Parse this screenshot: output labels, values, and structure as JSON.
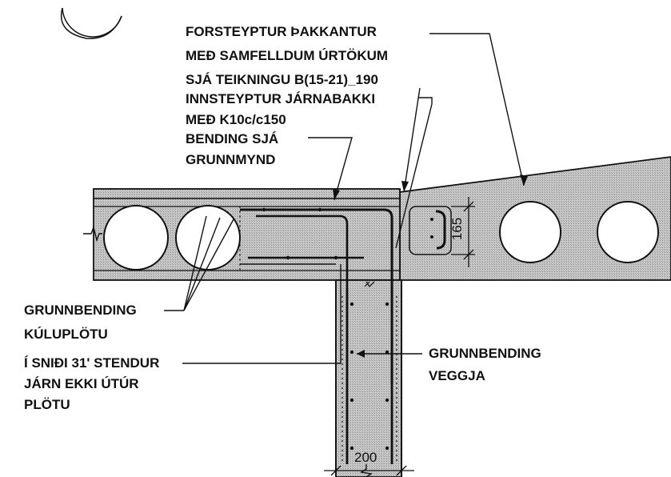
{
  "colors": {
    "line": "#111111",
    "concrete_fill": "#bdbdbd",
    "background": "#ffffff"
  },
  "labels": {
    "edge_1": "FORSTEYPTUR ÞAKKANTUR",
    "edge_2": "MEÐ SAMFELLDUM ÚRTÖKUM",
    "edge_3": "SJÁ TEIKNINGU B(15-21)_190",
    "tray_1": "INNSTEYPTUR JÁRNABAKKI",
    "tray_2": "MEÐ K10c/c150",
    "bend_1": "BENDING SJÁ",
    "bend_2": "GRUNNMYND",
    "slab_1": "GRUNNBENDING",
    "slab_2": "KÚLUPLÖTU",
    "sect_1": "Í SNIÐI 31' STENDUR",
    "sect_2": "JÁRN EKKI ÚTÚR",
    "sect_3": "PLÖTU",
    "wall_1": "GRUNNBENDING",
    "wall_2": "VEGGJA"
  },
  "dimensions": {
    "wall_width": "200",
    "edge_depth": "165"
  }
}
